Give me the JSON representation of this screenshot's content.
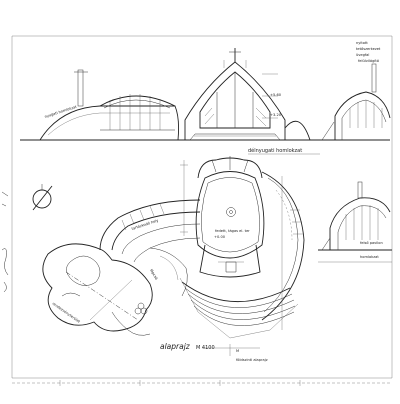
{
  "drawing": {
    "elevation_left_label": "nyugati homlokzat",
    "section_label": "délnyugati homlokzat",
    "plan_scale_label": "alaprajz",
    "plan_scale_value": "M 4100",
    "room_center_label": "fedett, tágas el. ter",
    "corridor_label": "tartózkodó hely",
    "lobe_label": "rendezvényterület",
    "right_note_1": "felső pavilon",
    "right_note_2": "homlokzat",
    "bottom_caption": "földszinti alaprajz"
  }
}
